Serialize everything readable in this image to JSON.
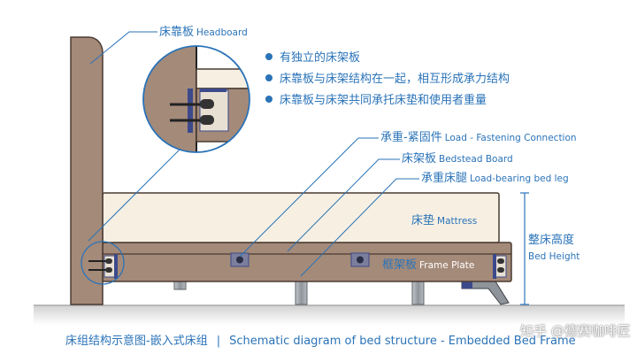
{
  "labels": {
    "headboard": {
      "zh": "床靠板",
      "en": "Headboard"
    },
    "fastening": {
      "zh": "承重-紧固件",
      "en": "Load - Fastening Connection"
    },
    "bedstead": {
      "zh": "床架板",
      "en": "Bedstead Board"
    },
    "bed_leg": {
      "zh": "承重床腿",
      "en": "Load-bearing bed leg"
    },
    "mattress": {
      "zh": "床垫",
      "en": "Mattress"
    },
    "bed_height": {
      "zh": "整床高度",
      "en": "Bed Height"
    },
    "frame_plate": {
      "zh": "框架板",
      "en": "Frame Plate"
    }
  },
  "bullets": [
    "有独立的床架板",
    "床靠板与床架结构在一起，相互形成承力结构",
    "床靠板与床架共同承托床垫和使用者重量"
  ],
  "caption": {
    "zh": "床组结构示意图-嵌入式床组",
    "separator": "|",
    "en": "Schematic diagram of bed structure - Embedded Bed Frame"
  },
  "watermark": "知乎 @德赛咖啡匠",
  "colors": {
    "wood": "#a48a79",
    "mattress": "#f6efe2",
    "accent_blue": "#2a73b8",
    "bracket_navy": "#3c4a8c",
    "steel": "#9ea3a8"
  }
}
